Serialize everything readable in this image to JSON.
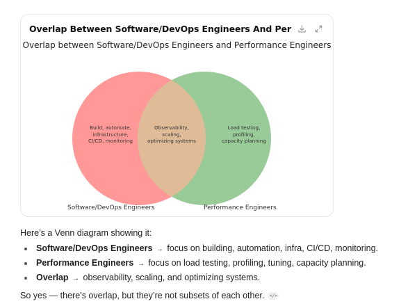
{
  "card": {
    "title": "Overlap Between Software/DevOps Engineers And Performance ...",
    "icons": {
      "download": "download-icon",
      "expand": "expand-icon"
    }
  },
  "chart_data": {
    "type": "venn",
    "title": "Overlap between Software/DevOps Engineers and Performance Engineers",
    "sets": [
      {
        "name": "Software/DevOps Engineers",
        "color": "#ff9896",
        "only_label": [
          "Build, automate,",
          "infrastructure,",
          "CI/CD, monitoring"
        ]
      },
      {
        "name": "Performance Engineers",
        "color": "#98cb97",
        "only_label": [
          "Load testing,",
          "profiling,",
          "capacity planning"
        ]
      }
    ],
    "intersection": {
      "color": "#dfbb97",
      "label": [
        "Observability,",
        "scaling,",
        "optimizing systems"
      ]
    }
  },
  "message": {
    "intro": "Here’s a Venn diagram showing it:",
    "bullets": [
      {
        "term": "Software/DevOps Engineers",
        "arrow": "→",
        "text": "focus on building, automation, infra, CI/CD, monitoring."
      },
      {
        "term": "Performance Engineers",
        "arrow": "→",
        "text": "focus on load testing, profiling, tuning, capacity planning."
      },
      {
        "term": "Overlap",
        "arrow": "→",
        "text": "observability, scaling, and optimizing systems."
      }
    ],
    "outro": "So yes — there’s overlap, but they’re not subsets of each other.",
    "code_badge": "</>"
  }
}
